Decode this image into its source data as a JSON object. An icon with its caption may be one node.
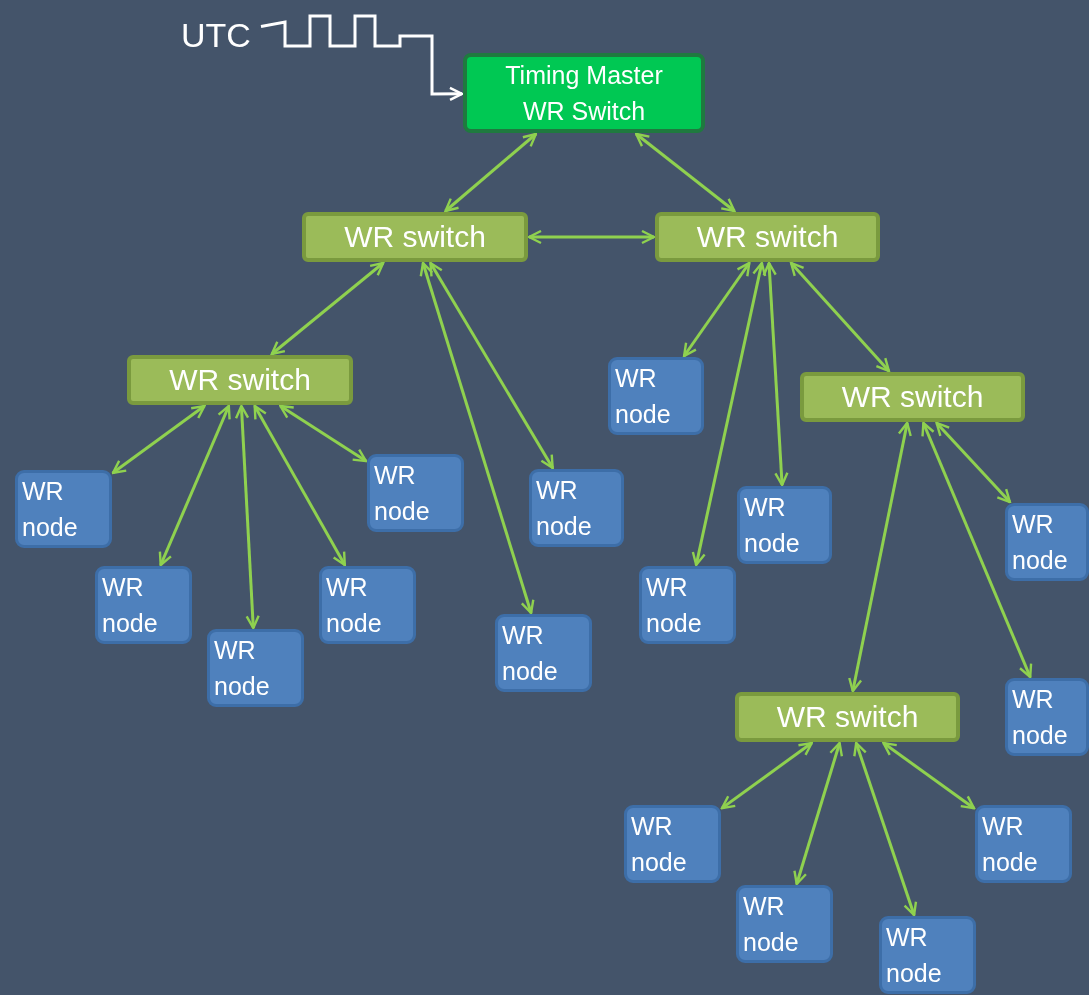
{
  "diagram": {
    "nodes": [
      {
        "text": [
          "UTC"
        ]
      },
      {
        "text": [
          "Timing Master WR Switch"
        ]
      },
      {
        "text": [
          "WR switch"
        ]
      },
      {
        "text": [
          "WR switch"
        ]
      },
      {
        "text": [
          "WR switch"
        ]
      },
      {
        "text": [
          "WR node"
        ]
      },
      {
        "text": [
          "WR switch"
        ]
      },
      {
        "text": [
          "WR node"
        ]
      },
      {
        "text": [
          "WR node"
        ]
      },
      {
        "text": [
          "WR node"
        ]
      },
      {
        "text": [
          "WR node"
        ]
      },
      {
        "text": [
          "WR node"
        ]
      },
      {
        "text": [
          "WR node"
        ]
      },
      {
        "text": [
          "WR node"
        ]
      },
      {
        "text": [
          "WR node"
        ]
      },
      {
        "text": [
          "WR node"
        ]
      },
      {
        "text": [
          "WR node"
        ]
      },
      {
        "text": [
          "WR node"
        ]
      },
      {
        "text": [
          "WR switch"
        ]
      },
      {
        "text": [
          "WR node"
        ]
      },
      {
        "text": [
          "WR node"
        ]
      },
      {
        "text": [
          "WR node"
        ]
      },
      {
        "text": [
          "WR node"
        ]
      }
    ],
    "edges": [
      {
        "from": 0,
        "to": 1,
        "arrow": "to",
        "color": "#ffffff"
      },
      {
        "from": 1,
        "to": 2,
        "arrow": "both"
      },
      {
        "from": 1,
        "to": 3,
        "arrow": "both"
      },
      {
        "from": 2,
        "to": 3,
        "arrow": "both"
      },
      {
        "from": 2,
        "to": 4,
        "arrow": "both"
      },
      {
        "from": 2,
        "to": 9,
        "arrow": "both"
      },
      {
        "from": 2,
        "to": 16,
        "arrow": "both"
      },
      {
        "from": 3,
        "to": 5,
        "arrow": "both"
      },
      {
        "from": 3,
        "to": 14,
        "arrow": "both"
      },
      {
        "from": 3,
        "to": 10,
        "arrow": "both"
      },
      {
        "from": 3,
        "to": 6,
        "arrow": "both"
      },
      {
        "from": 4,
        "to": 7,
        "arrow": "both"
      },
      {
        "from": 4,
        "to": 12,
        "arrow": "both"
      },
      {
        "from": 4,
        "to": 15,
        "arrow": "both"
      },
      {
        "from": 4,
        "to": 13,
        "arrow": "both"
      },
      {
        "from": 4,
        "to": 8,
        "arrow": "both"
      },
      {
        "from": 6,
        "to": 11,
        "arrow": "both"
      },
      {
        "from": 6,
        "to": 17,
        "arrow": "both"
      },
      {
        "from": 6,
        "to": 18,
        "arrow": "both"
      },
      {
        "from": 18,
        "to": 19,
        "arrow": "both"
      },
      {
        "from": 18,
        "to": 21,
        "arrow": "both"
      },
      {
        "from": 18,
        "to": 22,
        "arrow": "both"
      },
      {
        "from": 18,
        "to": 20,
        "arrow": "both"
      }
    ]
  }
}
